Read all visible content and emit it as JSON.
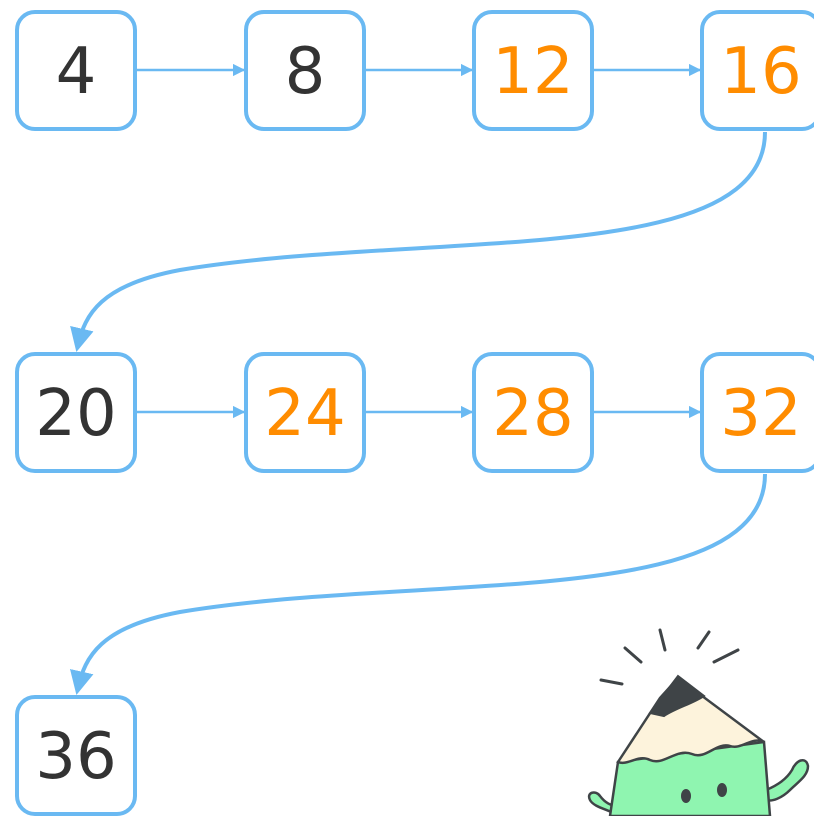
{
  "colors": {
    "box_border": "#6ab9f2",
    "arrow": "#6ab9f2",
    "number_default": "#333333",
    "number_highlight": "#ff8c00",
    "mascot_body": "#8ff5b0",
    "mascot_wood": "#fdf3dc",
    "mascot_lead": "#3f4447"
  },
  "sequence": {
    "nodes": [
      {
        "label": "4",
        "highlight": false
      },
      {
        "label": "8",
        "highlight": false
      },
      {
        "label": "12",
        "highlight": true
      },
      {
        "label": "16",
        "highlight": true
      },
      {
        "label": "20",
        "highlight": false
      },
      {
        "label": "24",
        "highlight": true
      },
      {
        "label": "28",
        "highlight": true
      },
      {
        "label": "32",
        "highlight": true
      },
      {
        "label": "36",
        "highlight": false
      }
    ]
  },
  "mascot": {
    "icon": "pencil-mascot-icon"
  }
}
